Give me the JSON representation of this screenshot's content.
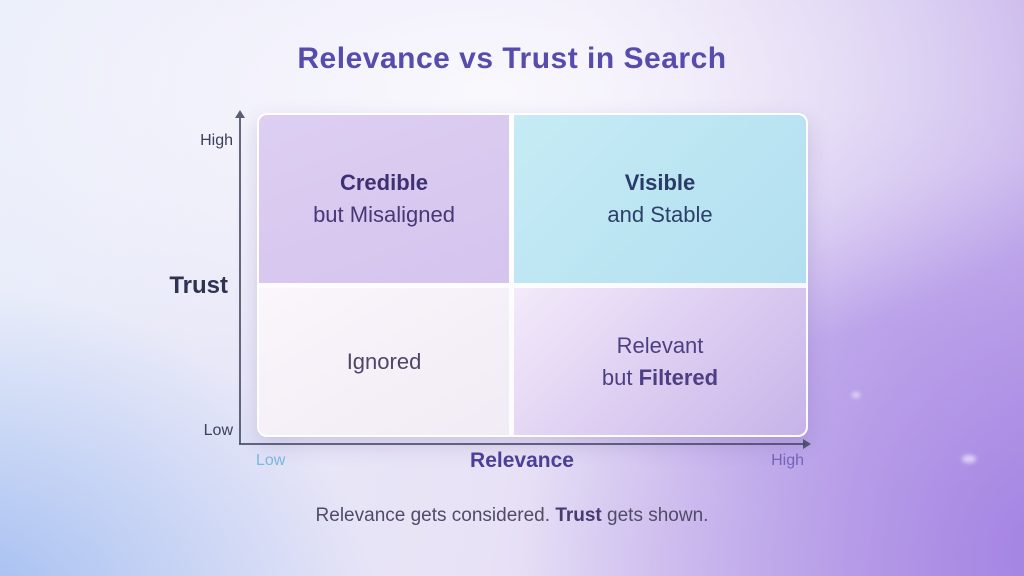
{
  "title": "Relevance vs Trust in Search",
  "y_axis": {
    "label": "Trust",
    "top_tick": "High",
    "bottom_tick": "Low"
  },
  "x_axis": {
    "label": "Relevance",
    "left_tick": "Low",
    "right_tick": "High"
  },
  "quadrants": {
    "top_left": {
      "line1": "Credible",
      "line2": "but Misaligned"
    },
    "top_right": {
      "line1": "Visible",
      "line2": "and Stable"
    },
    "bottom_left": {
      "line1": "Ignored"
    },
    "bottom_right": {
      "line1": "Relevant",
      "line2_regular": "but ",
      "line2_bold": "Filtered"
    }
  },
  "caption": {
    "before": "Relevance gets considered. ",
    "bold": "Trust",
    "after": " gets shown."
  },
  "colors": {
    "title_text": "#564cae",
    "quadrant_top_left_bg": "#d9c9ef",
    "quadrant_top_right_bg": "#bce3f2",
    "quadrant_bottom_left_bg": "#f7f2f9",
    "quadrant_bottom_right_bg": "#d8c7ef",
    "x_low_tick_text": "#79badc",
    "x_high_tick_text": "#7466ba",
    "axis_line": "#40465c",
    "background_blue": "#a9c4ed",
    "background_purple": "#ab93e0"
  },
  "chart_data": {
    "type": "quadrant-matrix",
    "title": "Relevance vs Trust in Search",
    "xlabel": "Relevance",
    "ylabel": "Trust",
    "x_range": [
      "Low",
      "High"
    ],
    "y_range": [
      "Low",
      "High"
    ],
    "quadrants": [
      {
        "x": "Low",
        "y": "High",
        "label": "Credible but Misaligned"
      },
      {
        "x": "High",
        "y": "High",
        "label": "Visible and Stable"
      },
      {
        "x": "Low",
        "y": "Low",
        "label": "Ignored"
      },
      {
        "x": "High",
        "y": "Low",
        "label": "Relevant but Filtered"
      }
    ],
    "caption": "Relevance gets considered. Trust gets shown."
  }
}
